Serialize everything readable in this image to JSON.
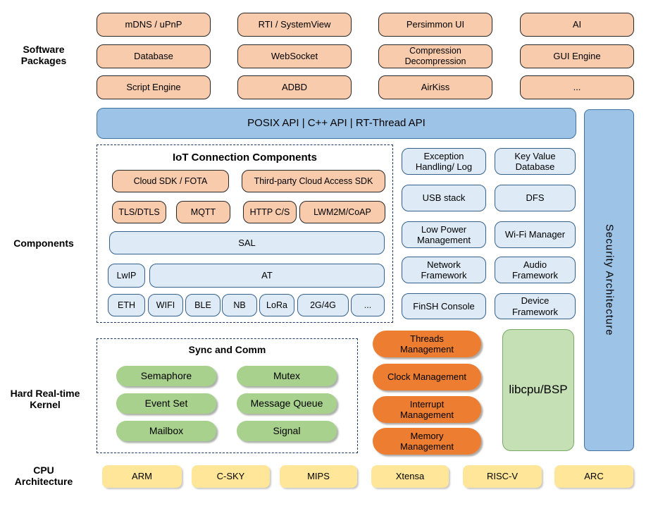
{
  "side_labels": {
    "software": "Software\nPackages",
    "components": "Components",
    "kernel": "Hard Real-time\nKernel",
    "cpu": "CPU\nArchitecture"
  },
  "software_packages": {
    "items": [
      "mDNS / uPnP",
      "RTI / SystemView",
      "Persimmon UI",
      "AI",
      "Database",
      "WebSocket",
      "Compression\nDecompression",
      "GUI Engine",
      "Script Engine",
      "ADBD",
      "AirKiss",
      "..."
    ]
  },
  "api_bar": {
    "label": "POSIX API  |  C++ API  |  RT-Thread API"
  },
  "security_bar": {
    "label": "Security Architecture"
  },
  "iot": {
    "title": "IoT Connection Components",
    "row1": [
      "Cloud SDK / FOTA",
      "Third-party Cloud Access SDK"
    ],
    "row2": [
      "TLS/DTLS",
      "MQTT",
      "HTTP C/S",
      "LWM2M/CoAP"
    ],
    "sal": "SAL",
    "lwip": "LwIP",
    "at": "AT",
    "links": [
      "ETH",
      "WIFI",
      "BLE",
      "NB",
      "LoRa",
      "2G/4G",
      "..."
    ]
  },
  "components": {
    "items": [
      "Exception\nHandling/ Log",
      "Key Value\nDatabase",
      "USB stack",
      "DFS",
      "Low Power\nManagement",
      "Wi-Fi Manager",
      "Network\nFramework",
      "Audio\nFramework",
      "FinSH Console",
      "Device\nFramework"
    ]
  },
  "kernel": {
    "sync_title": "Sync and Comm",
    "sync_items": [
      "Semaphore",
      "Mutex",
      "Event Set",
      "Message Queue",
      "Mailbox",
      "Signal"
    ],
    "mgmt_items": [
      "Threads\nManagement",
      "Clock Management",
      "Interrupt\nManagement",
      "Memory\nManagement"
    ],
    "libcpu": "libcpu/BSP"
  },
  "cpu": {
    "items": [
      "ARM",
      "C-SKY",
      "MIPS",
      "Xtensa",
      "RISC-V",
      "ARC"
    ]
  },
  "colors": {
    "package_fill": "#F8CBAD",
    "api_fill": "#9DC3E6",
    "component_fill": "#DEEBF7",
    "sync_fill": "#A9D18E",
    "mgmt_fill": "#ED7D31",
    "libcpu_fill": "#C5E0B4",
    "cpu_fill": "#FFE699",
    "dashed_border": "#1F3864"
  }
}
